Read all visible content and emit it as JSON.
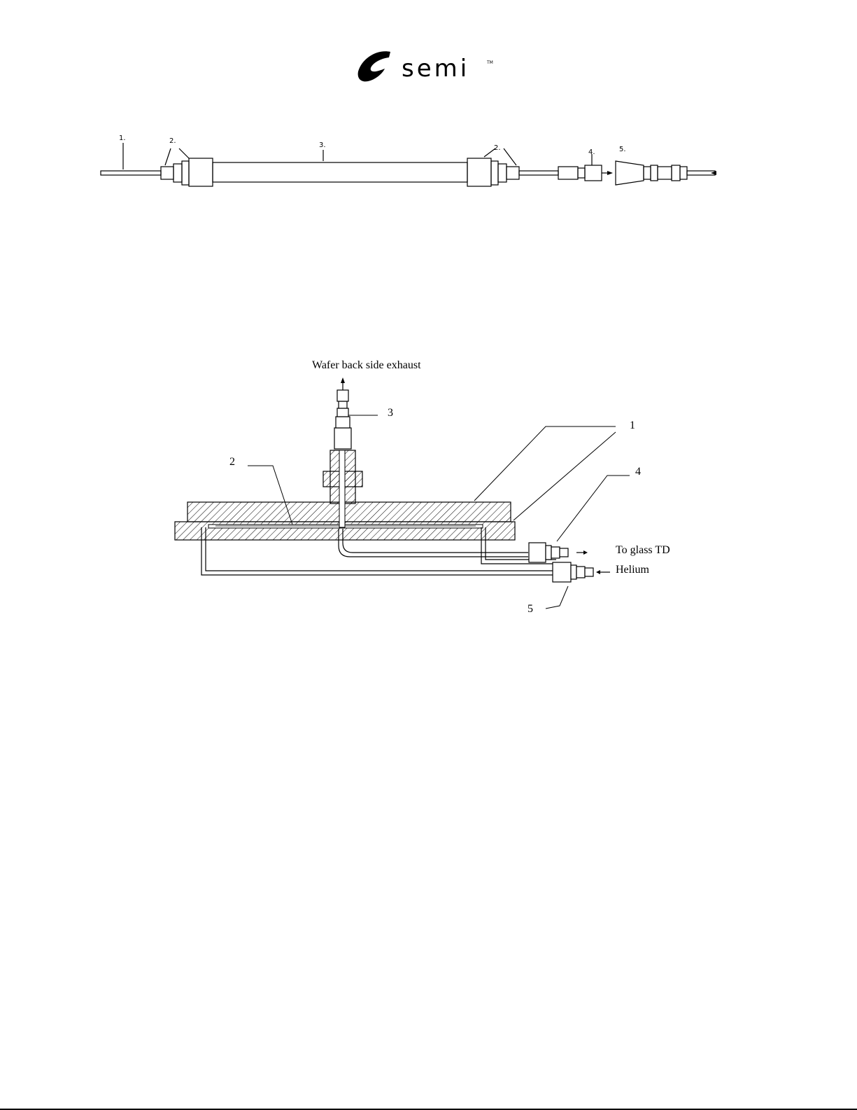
{
  "header": {
    "logo_text": "semi",
    "trademark": "TM"
  },
  "figure_top": {
    "labels": [
      "1.",
      "2.",
      "3.",
      "2.",
      "4.",
      "5."
    ]
  },
  "figure_bottom": {
    "caption": "Wafer back side exhaust",
    "labels": {
      "part1": "1",
      "part2": "2",
      "part3": "3",
      "part4": "4",
      "part5": "5"
    },
    "outputs": {
      "to_glass": "To glass TD",
      "helium": "Helium"
    }
  }
}
